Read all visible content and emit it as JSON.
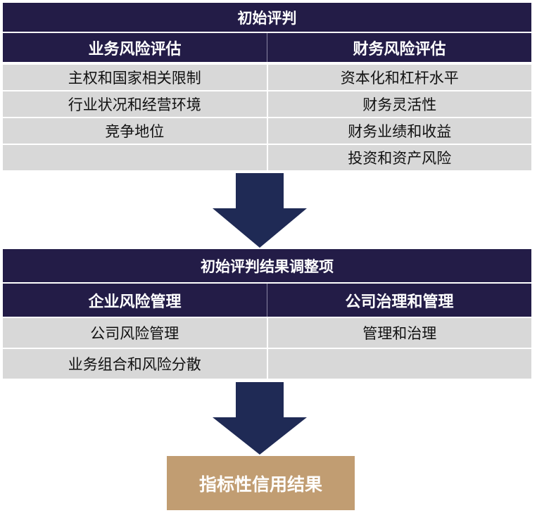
{
  "section1": {
    "title": "初始评判",
    "headers": [
      "业务风险评估",
      "财务风险评估"
    ],
    "rows": [
      [
        "主权和国家相关限制",
        "资本化和杠杆水平"
      ],
      [
        "行业状况和经营环境",
        "财务灵活性"
      ],
      [
        "竞争地位",
        "财务业绩和收益"
      ],
      [
        "",
        "投资和资产风险"
      ]
    ]
  },
  "section2": {
    "title": "初始评判结果调整项",
    "headers": [
      "企业风险管理",
      "公司治理和管理"
    ],
    "rows": [
      [
        "公司风险管理",
        "管理和治理"
      ],
      [
        "业务组合和风险分散",
        ""
      ]
    ]
  },
  "result": {
    "label": "指标性信用结果"
  },
  "colors": {
    "header_bg": "#231c47",
    "cell_bg": "#d8d8d8",
    "arrow": "#1f2a55",
    "result_bg": "#c19d72"
  }
}
